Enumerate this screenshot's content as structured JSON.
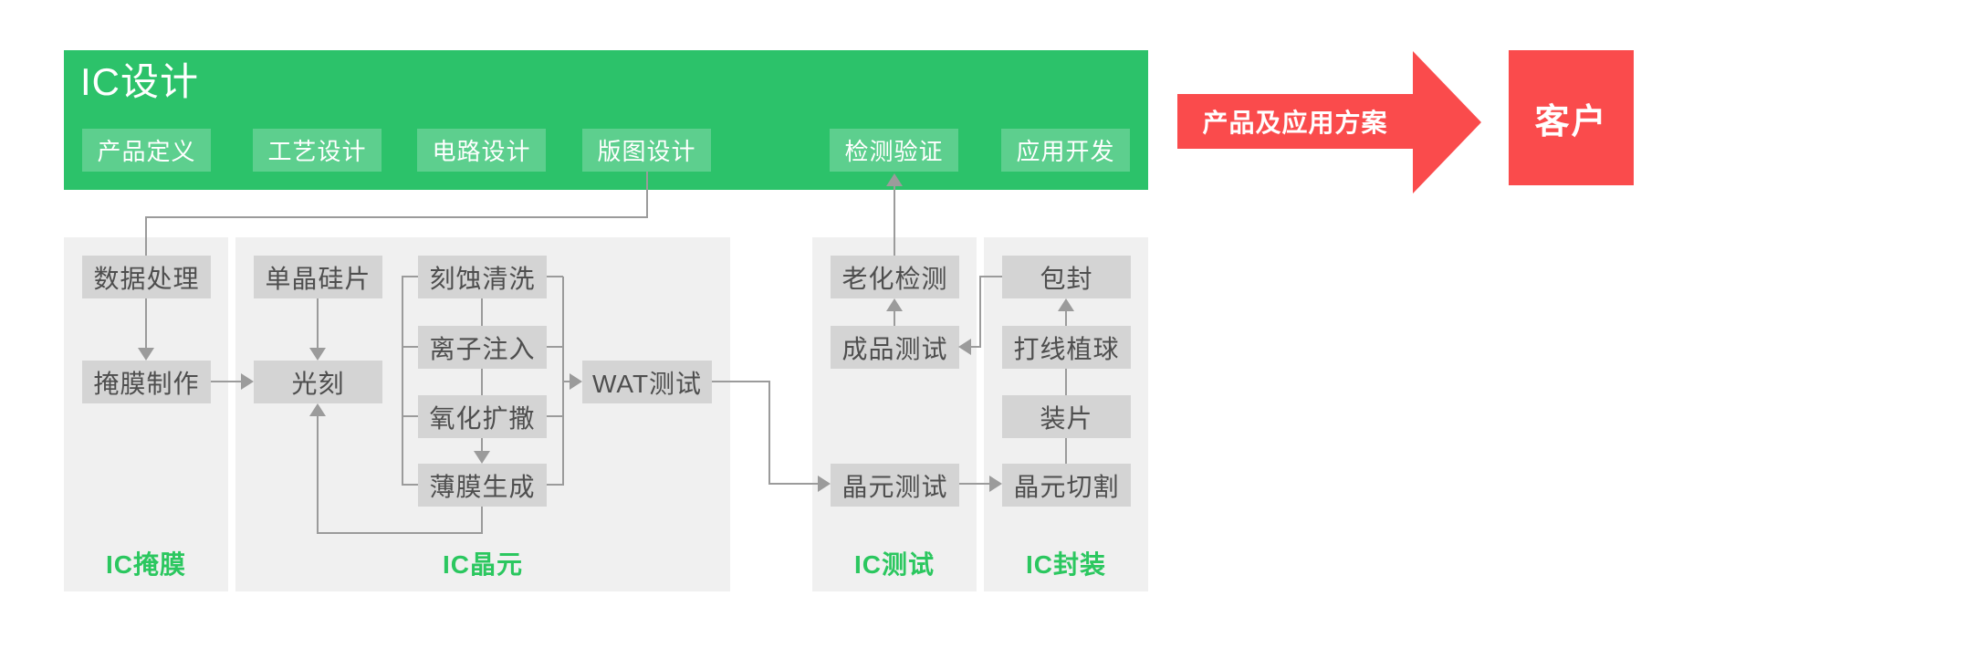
{
  "colors": {
    "banner-green": "#2CC26A",
    "chip-green": "#5DCF8E",
    "accent-red": "#FA4B4C",
    "panel-gray": "#F0F0F0",
    "node-gray": "#D4D4D4",
    "node-text": "#4E4E4E",
    "line-gray": "#9B9B9B",
    "label-green": "#2BC75F"
  },
  "banner": {
    "title": "IC设计",
    "steps": [
      "产品定义",
      "工艺设计",
      "电路设计",
      "版图设计",
      "检测验证",
      "应用开发"
    ]
  },
  "handoff": {
    "arrow_label": "产品及应用方案",
    "customer": "客户"
  },
  "panels": {
    "mask": "IC掩膜",
    "wafer": "IC晶元",
    "test": "IC测试",
    "package": "IC封装"
  },
  "nodes": {
    "data_processing": "数据处理",
    "mask_making": "掩膜制作",
    "mono_silicon_wafer": "单晶硅片",
    "lithography": "光刻",
    "etch_clean": "刻蚀清洗",
    "ion_implantation": "离子注入",
    "oxidation_diffusion": "氧化扩撒",
    "thin_film": "薄膜生成",
    "wat_test": "WAT测试",
    "aging_test": "老化检测",
    "final_test": "成品测试",
    "wafer_test": "晶元测试",
    "wafer_dicing": "晶元切割",
    "die_attach": "装片",
    "wire_bonding": "打线植球",
    "encapsulation": "包封"
  }
}
